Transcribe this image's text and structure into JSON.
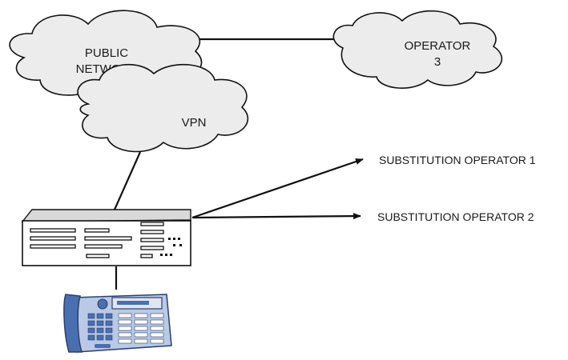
{
  "nodes": {
    "public_network": {
      "line1": "PUBLIC",
      "line2": "NETWORK"
    },
    "vpn": {
      "label": "VPN"
    },
    "operator3": {
      "line1": "OPERATOR",
      "line2": "3"
    },
    "pbx": {
      "icon": "communication-server-icon"
    },
    "phone": {
      "icon": "desk-phone-icon"
    }
  },
  "targets": {
    "sub1": "SUBSTITUTION OPERATOR 1",
    "sub2": "SUBSTITUTION OPERATOR 2"
  },
  "colors": {
    "cloud_fill": "#ececec",
    "phone_blue": "#4a6fb0",
    "phone_light": "#b9c9e6"
  }
}
